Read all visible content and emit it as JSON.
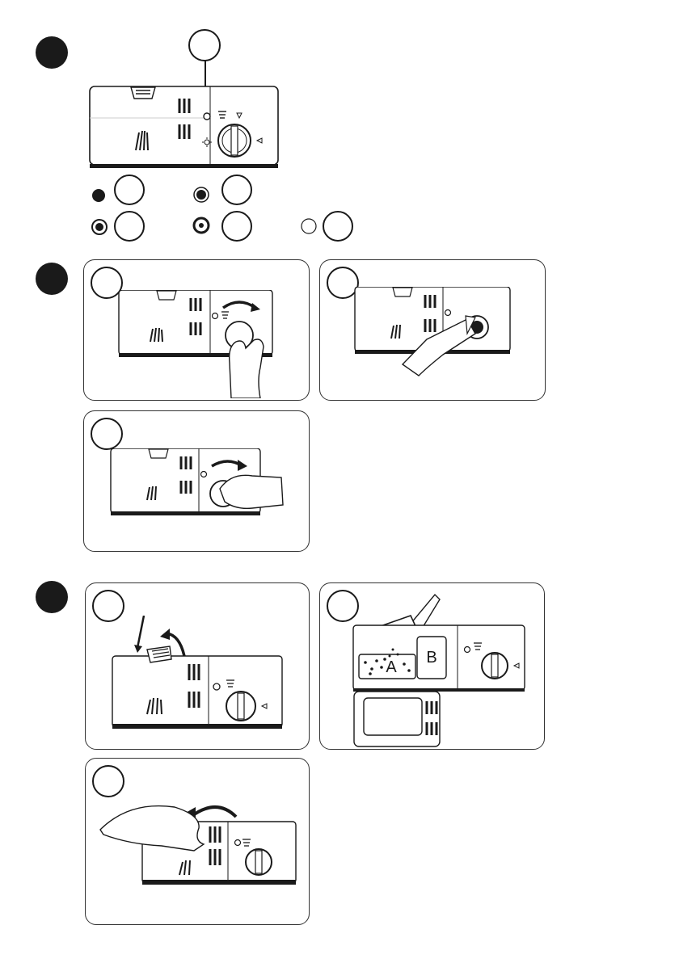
{
  "sections": [
    {
      "name": "section-1"
    },
    {
      "name": "section-2"
    },
    {
      "name": "section-3"
    }
  ],
  "indicator_states": [
    "filled-dot",
    "filled-dot-ring",
    "ring-dot",
    "bullseye",
    "empty-ring"
  ],
  "section3": {
    "compartment_a_label": "A",
    "compartment_b_label": "B"
  },
  "icons": [
    "dispenser-panel",
    "hand-turning-dial",
    "hand-pouring-bottle",
    "hand-closing-lid",
    "measuring-scoop",
    "curved-arrow"
  ],
  "colors": {
    "ink": "#1a1a1a",
    "paper": "#ffffff",
    "panel_border": "#333333"
  }
}
